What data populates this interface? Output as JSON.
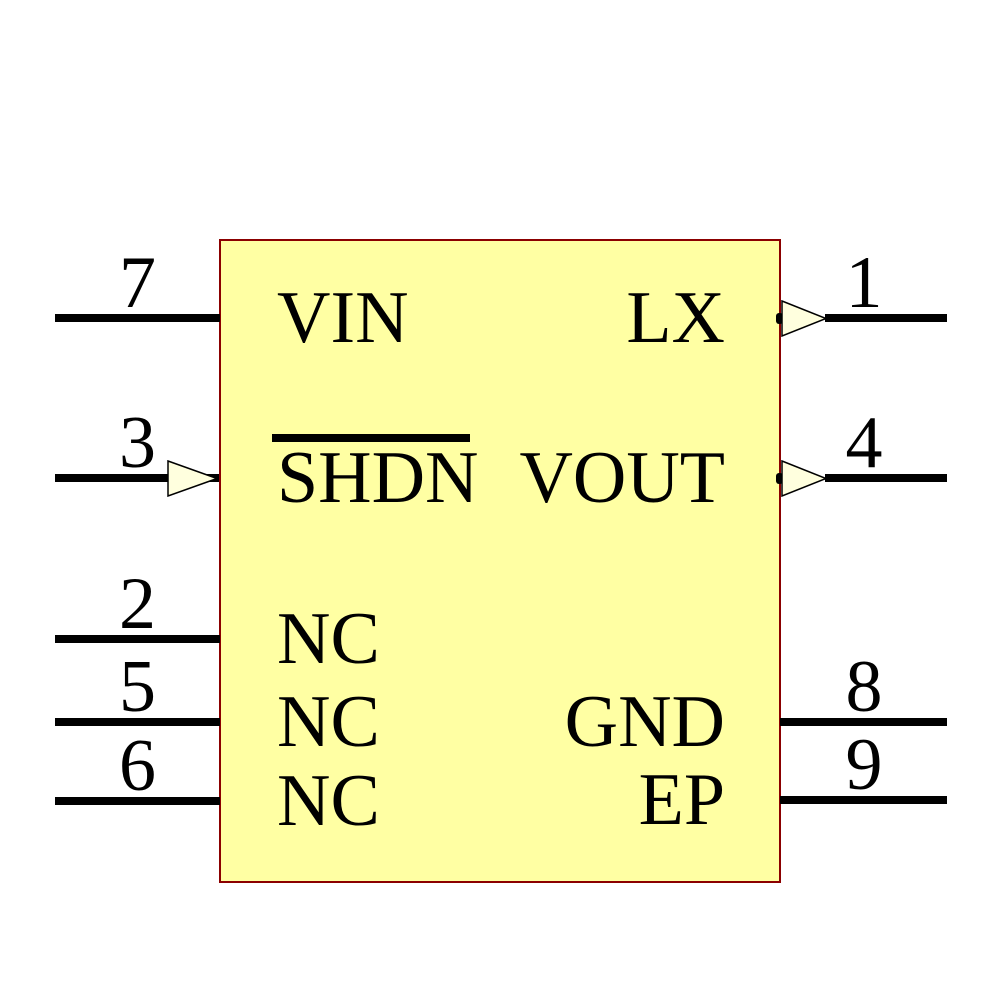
{
  "component": {
    "body_fill": "#FFFFA3",
    "body_border": "#8B0000",
    "wire_color": "#000000",
    "arrow_fill": "#FFFFDE",
    "arrow_stroke": "#000000"
  },
  "pins": {
    "left": [
      {
        "number": "7",
        "name": "VIN",
        "direction": "plain"
      },
      {
        "number": "3",
        "name": "SHDN",
        "direction": "input-arrow",
        "overline": true
      },
      {
        "number": "2",
        "name": "NC",
        "direction": "plain"
      },
      {
        "number": "5",
        "name": "NC",
        "direction": "plain"
      },
      {
        "number": "6",
        "name": "NC",
        "direction": "plain"
      }
    ],
    "right": [
      {
        "number": "1",
        "name": "LX",
        "direction": "output-arrow"
      },
      {
        "number": "4",
        "name": "VOUT",
        "direction": "output-arrow"
      },
      {
        "number": "8",
        "name": "GND",
        "direction": "plain"
      },
      {
        "number": "9",
        "name": "EP",
        "direction": "plain"
      }
    ]
  }
}
